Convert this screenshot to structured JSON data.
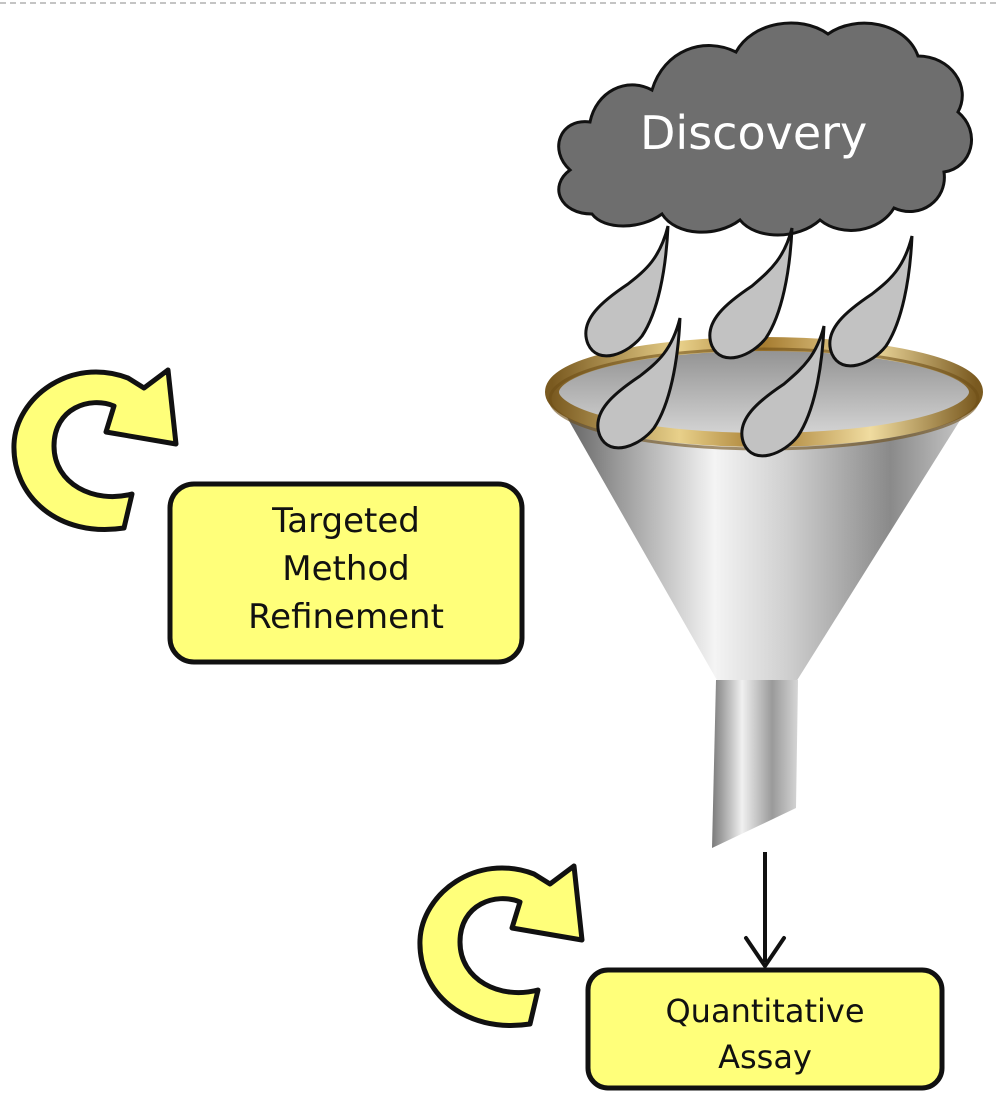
{
  "diagram": {
    "cloud": {
      "label": "Discovery",
      "fill": "#6e6e6e",
      "stroke": "#111111"
    },
    "drop": {
      "fill": "#c2c2c2",
      "stroke": "#111111"
    },
    "funnel": {
      "rim_color": "#b8944a",
      "body_color": "#b9b9b9"
    },
    "boxes": {
      "targeted": {
        "lines": [
          "Targeted",
          "Method",
          "Refinement"
        ]
      },
      "quantitative": {
        "lines": [
          "Quantitative",
          "Assay"
        ]
      },
      "fill": "#ffff7a",
      "stroke": "#111111"
    },
    "cycle_arrow": {
      "fill": "#ffff7a",
      "stroke": "#111111"
    },
    "border_color": "#b0b0b0"
  }
}
